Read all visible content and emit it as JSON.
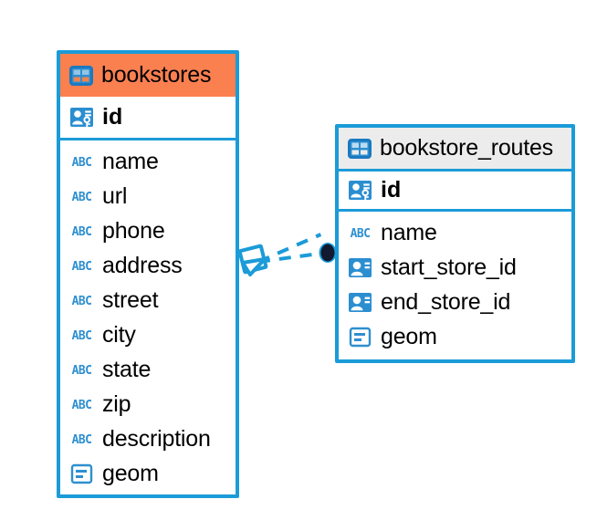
{
  "diagram": {
    "type": "entity-relationship-diagram",
    "background_color": "#ffffff",
    "accent_color": "#1b9bd8",
    "highlight_color": "#fb8050",
    "neutral_header_color": "#ececec"
  },
  "entities": [
    {
      "name": "bookstores",
      "header_style": "accent",
      "icon": "table-icon",
      "primary_key": {
        "label": "id",
        "icon": "primary-key-icon"
      },
      "fields": [
        {
          "label": "name",
          "icon": "text-type-icon"
        },
        {
          "label": "url",
          "icon": "text-type-icon"
        },
        {
          "label": "phone",
          "icon": "text-type-icon"
        },
        {
          "label": "address",
          "icon": "text-type-icon"
        },
        {
          "label": "street",
          "icon": "text-type-icon"
        },
        {
          "label": "city",
          "icon": "text-type-icon"
        },
        {
          "label": "state",
          "icon": "text-type-icon"
        },
        {
          "label": "zip",
          "icon": "text-type-icon"
        },
        {
          "label": "description",
          "icon": "text-type-icon"
        },
        {
          "label": "geom",
          "icon": "geometry-type-icon"
        }
      ]
    },
    {
      "name": "bookstore_routes",
      "header_style": "neutral",
      "icon": "table-icon",
      "primary_key": {
        "label": "id",
        "icon": "primary-key-icon"
      },
      "fields": [
        {
          "label": "name",
          "icon": "text-type-icon"
        },
        {
          "label": "start_store_id",
          "icon": "foreign-key-icon"
        },
        {
          "label": "end_store_id",
          "icon": "foreign-key-icon"
        },
        {
          "label": "geom",
          "icon": "geometry-type-icon"
        }
      ]
    }
  ],
  "relationship": {
    "source_marker": "crows-foot-diamond-marker",
    "target_marker": "filled-circle-marker",
    "line_style": "dashed",
    "line_color": "#1b9bd8",
    "target_marker_color": "#111a2e"
  }
}
